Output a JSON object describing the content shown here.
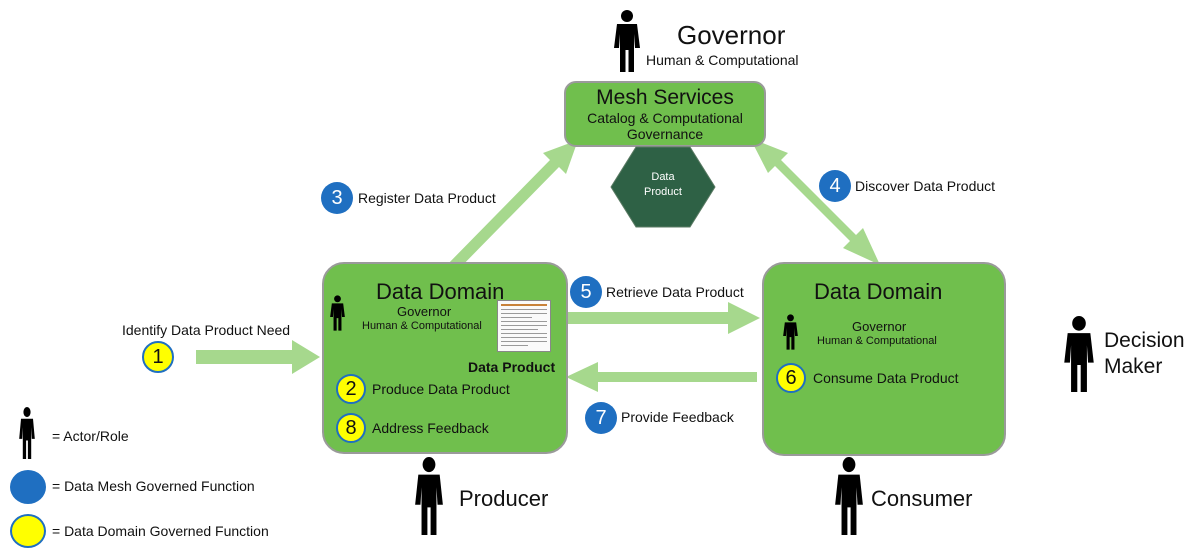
{
  "governor_top": {
    "title": "Governor",
    "subtitle": "Human & Computational"
  },
  "mesh_services": {
    "title": "Mesh Services",
    "subtitle": "Catalog & Computational Governance"
  },
  "data_product_hex": "Data Product",
  "producer_domain": {
    "title": "Data Domain",
    "governor": "Governor",
    "governor_sub": "Human & Computational",
    "data_product": "Data Product",
    "step2": {
      "number": "2",
      "label": "Produce Data Product"
    },
    "step8": {
      "number": "8",
      "label": "Address Feedback"
    }
  },
  "consumer_domain": {
    "title": "Data Domain",
    "governor": "Governor",
    "governor_sub": "Human & Computational",
    "step6": {
      "number": "6",
      "label": "Consume Data Product"
    }
  },
  "steps": {
    "s1": {
      "number": "1",
      "label": "Identify Data Product Need"
    },
    "s3": {
      "number": "3",
      "label": "Register Data Product"
    },
    "s4": {
      "number": "4",
      "label": "Discover Data Product"
    },
    "s5": {
      "number": "5",
      "label": "Retrieve Data Product"
    },
    "s7": {
      "number": "7",
      "label": "Provide Feedback"
    }
  },
  "actors": {
    "producer": "Producer",
    "consumer": "Consumer",
    "decision_maker": "Decision Maker"
  },
  "legend": {
    "actor": "= Actor/Role",
    "mesh": "= Data Mesh Governed Function",
    "domain": "= Data Domain Governed Function"
  },
  "colors": {
    "domain_green": "#70bf4d",
    "arrow_green": "#a6d88d",
    "hexagon": "#2e6145",
    "mesh_blue": "#1f6fc1",
    "domain_yellow": "#ffff00"
  },
  "icons": [
    "person-icon",
    "document-icon",
    "hexagon-icon",
    "arrow-icon"
  ]
}
